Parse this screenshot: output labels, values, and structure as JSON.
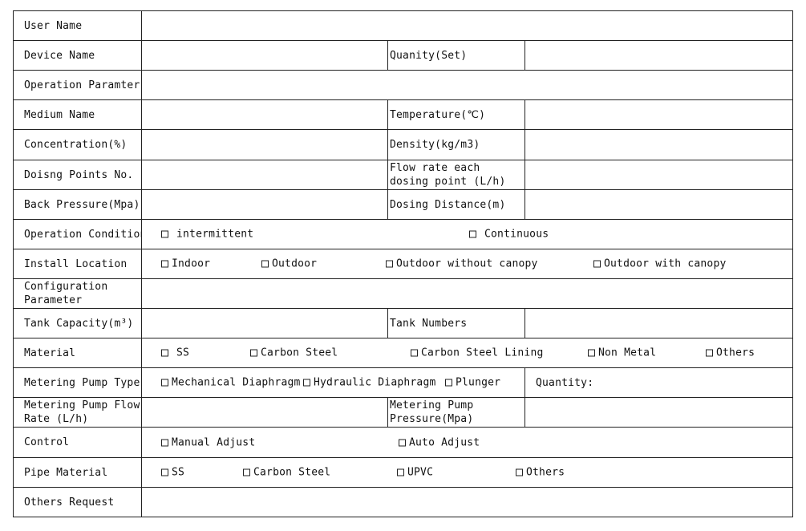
{
  "labels": {
    "user_name": "User Name",
    "device_name": "Device Name",
    "quantity_set": "Quanity(Set)",
    "operation_parameter": "Operation Paramter",
    "medium_name": "Medium Name",
    "temperature": "Temperature(℃)",
    "concentration": "Concentration(%)",
    "density": "Density(kg/m3)",
    "dosing_points": "Doisng Points No.",
    "flow_rate_each": "Flow rate each dosing point (L/h)",
    "back_pressure": "Back Pressure(Mpa)",
    "dosing_distance": "Dosing Distance(m)",
    "operation_condition": "Operation Condition",
    "install_location": "Install Location",
    "configuration_parameter": "Configuration Parameter",
    "tank_capacity": "Tank Capacity(m³)",
    "tank_numbers": "Tank Numbers",
    "material": "Material",
    "metering_pump_type": "Metering Pump Type",
    "metering_pump_flow": "Metering Pump Flow Rate (L/h)",
    "metering_pump_pressure": "Metering Pump Pressure(Mpa)",
    "control": "Control",
    "pipe_material": "Pipe Material",
    "others_request": "Others Request"
  },
  "options": {
    "operation_condition": [
      "intermittent",
      "Continuous"
    ],
    "install_location": [
      "Indoor",
      "Outdoor",
      "Outdoor without canopy",
      "Outdoor with canopy"
    ],
    "material": [
      "SS",
      "Carbon Steel",
      "Carbon Steel Lining",
      "Non Metal",
      "Others"
    ],
    "metering_pump_type": [
      "Mechanical Diaphragm",
      "Hydraulic Diaphragm",
      "Plunger"
    ],
    "metering_pump_quantity_label": "Quantity:",
    "control": [
      "Manual Adjust",
      "Auto Adjust"
    ],
    "pipe_material": [
      "SS",
      "Carbon Steel",
      "UPVC",
      "Others"
    ]
  }
}
